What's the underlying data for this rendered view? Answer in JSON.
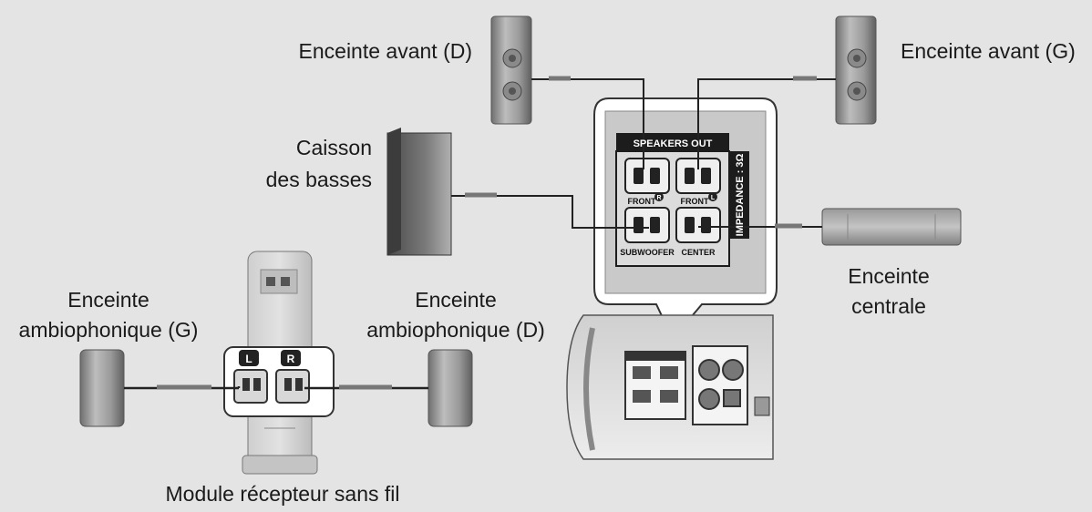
{
  "labels": {
    "front_right": "Enceinte avant (D)",
    "front_left": "Enceinte avant (G)",
    "subwoofer_line1": "Caisson",
    "subwoofer_line2": "des basses",
    "center_line1": "Enceinte",
    "center_line2": "centrale",
    "surround_left_line1": "Enceinte",
    "surround_left_line2": "ambiophonique (G)",
    "surround_right_line1": "Enceinte",
    "surround_right_line2": "ambiophonique (D)",
    "receiver": "Module récepteur sans fil"
  },
  "panel": {
    "title": "SPEAKERS OUT",
    "impedance": "IMPEDANCE : 3Ω",
    "front_r": "FRONT",
    "front_l": "FRONT",
    "subwoofer": "SUBWOOFER",
    "center": "CENTER",
    "badge_r": "R",
    "badge_l": "L"
  },
  "receiver_ports": {
    "left": "L",
    "right": "R"
  }
}
